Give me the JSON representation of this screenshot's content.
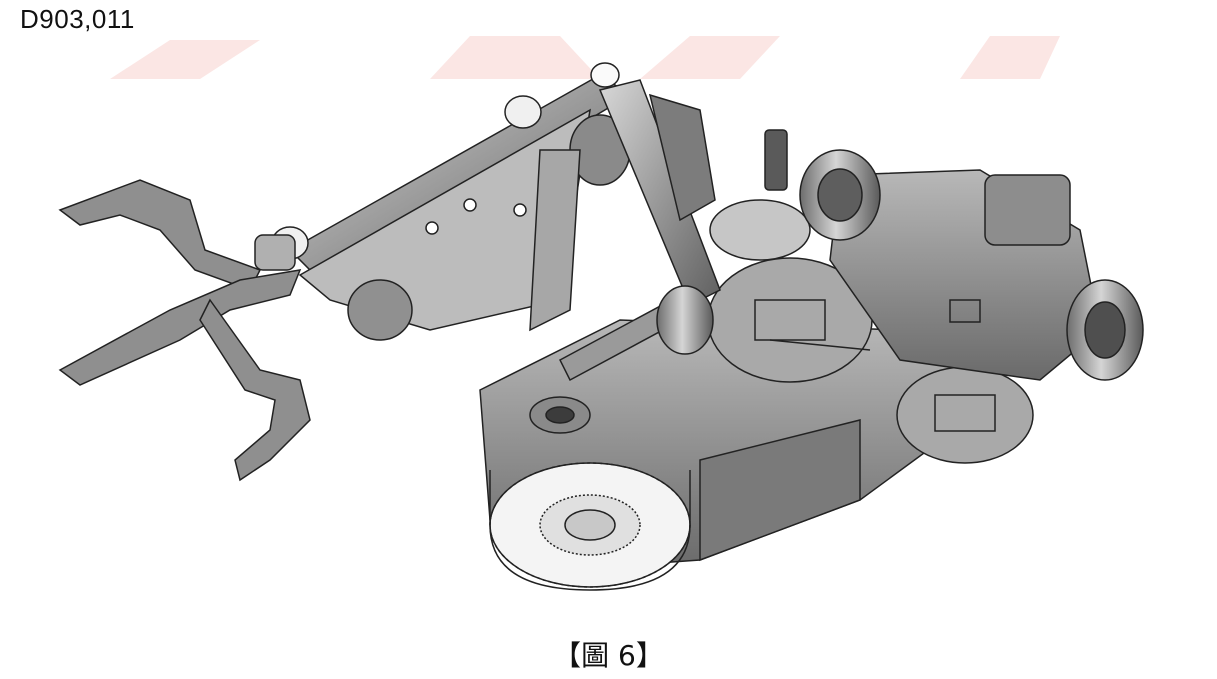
{
  "document": {
    "number": "D903,011",
    "caption": "【圖 6】"
  },
  "figure": {
    "subject": "robotic-arm-assembly-drawing",
    "watermark_color": "#f6d3d0",
    "line_color": "#222222",
    "shade_dark": "#6e6e6e",
    "shade_mid": "#9c9c9c",
    "shade_light": "#c9c9c9"
  }
}
